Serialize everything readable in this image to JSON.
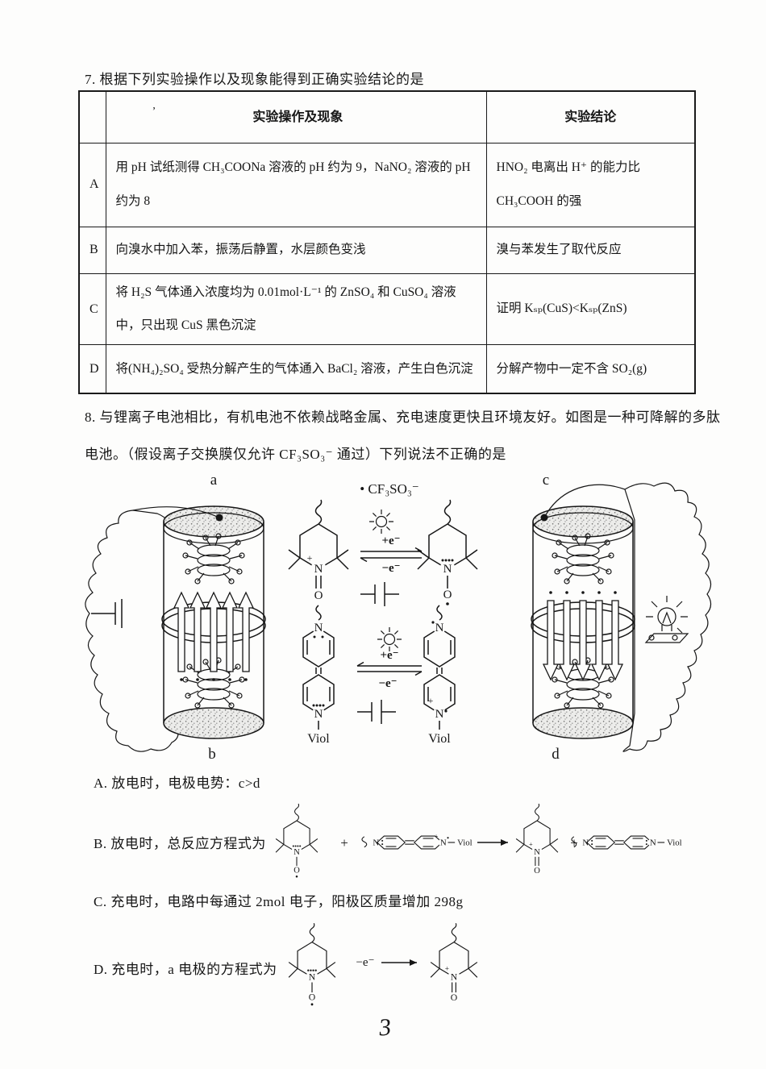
{
  "page": {
    "number": "3"
  },
  "q7": {
    "title": "7. 根据下列实验操作以及现象能得到正确实验结论的是",
    "stray_mark": "’",
    "header_operation": "实验操作及现象",
    "header_conclusion": "实验结论",
    "rows": [
      {
        "label": "A",
        "operation": "用 pH 试纸测得 CH₃COONa 溶液的 pH 约为 9，NaNO₂ 溶液的 pH 约为 8",
        "conclusion": "HNO₂ 电离出 H⁺ 的能力比 CH₃COOH 的强"
      },
      {
        "label": "B",
        "operation": "向溴水中加入苯，振荡后静置，水层颜色变浅",
        "conclusion": "溴与苯发生了取代反应"
      },
      {
        "label": "C",
        "operation": "将 H₂S 气体通入浓度均为 0.01mol·L⁻¹ 的 ZnSO₄ 和 CuSO₄ 溶液中，只出现 CuS 黑色沉淀",
        "conclusion": "证明 Kₛₚ(CuS)<Kₛₚ(ZnS)"
      },
      {
        "label": "D",
        "operation": "将(NH₄)₂SO₄ 受热分解产生的气体通入 BaCl₂ 溶液，产生白色沉淀",
        "conclusion": "分解产物中一定不含 SO₂(g)"
      }
    ]
  },
  "q8": {
    "line1": "8. 与锂离子电池相比，有机电池不依赖战略金属、充电速度更快且环境友好。如图是一种可降解的多肽",
    "line2": "电池。（假设离子交换膜仅允许 CF₃SO₃⁻ 通过）下列说法不正确的是",
    "diagram": {
      "label_a": "a",
      "label_b": "b",
      "label_c": "c",
      "label_d": "d",
      "anion": "• CF₃SO₃⁻",
      "plus_e": "+e⁻",
      "minus_e": "−e⁻",
      "viol": "Viol"
    },
    "options": {
      "a": "A. 放电时，电极电势：c>d",
      "b_prefix": "B. 放电时，总反应方程式为",
      "c": "C. 充电时，电路中每通过 2mol 电子，阳极区质量增加 298g",
      "d_prefix": "D. 充电时，a 电极的方程式为",
      "minus_e": "−e⁻"
    }
  },
  "glyphs": {
    "N": "N",
    "O": "O",
    "plus": "+",
    "viol": "Viol"
  }
}
